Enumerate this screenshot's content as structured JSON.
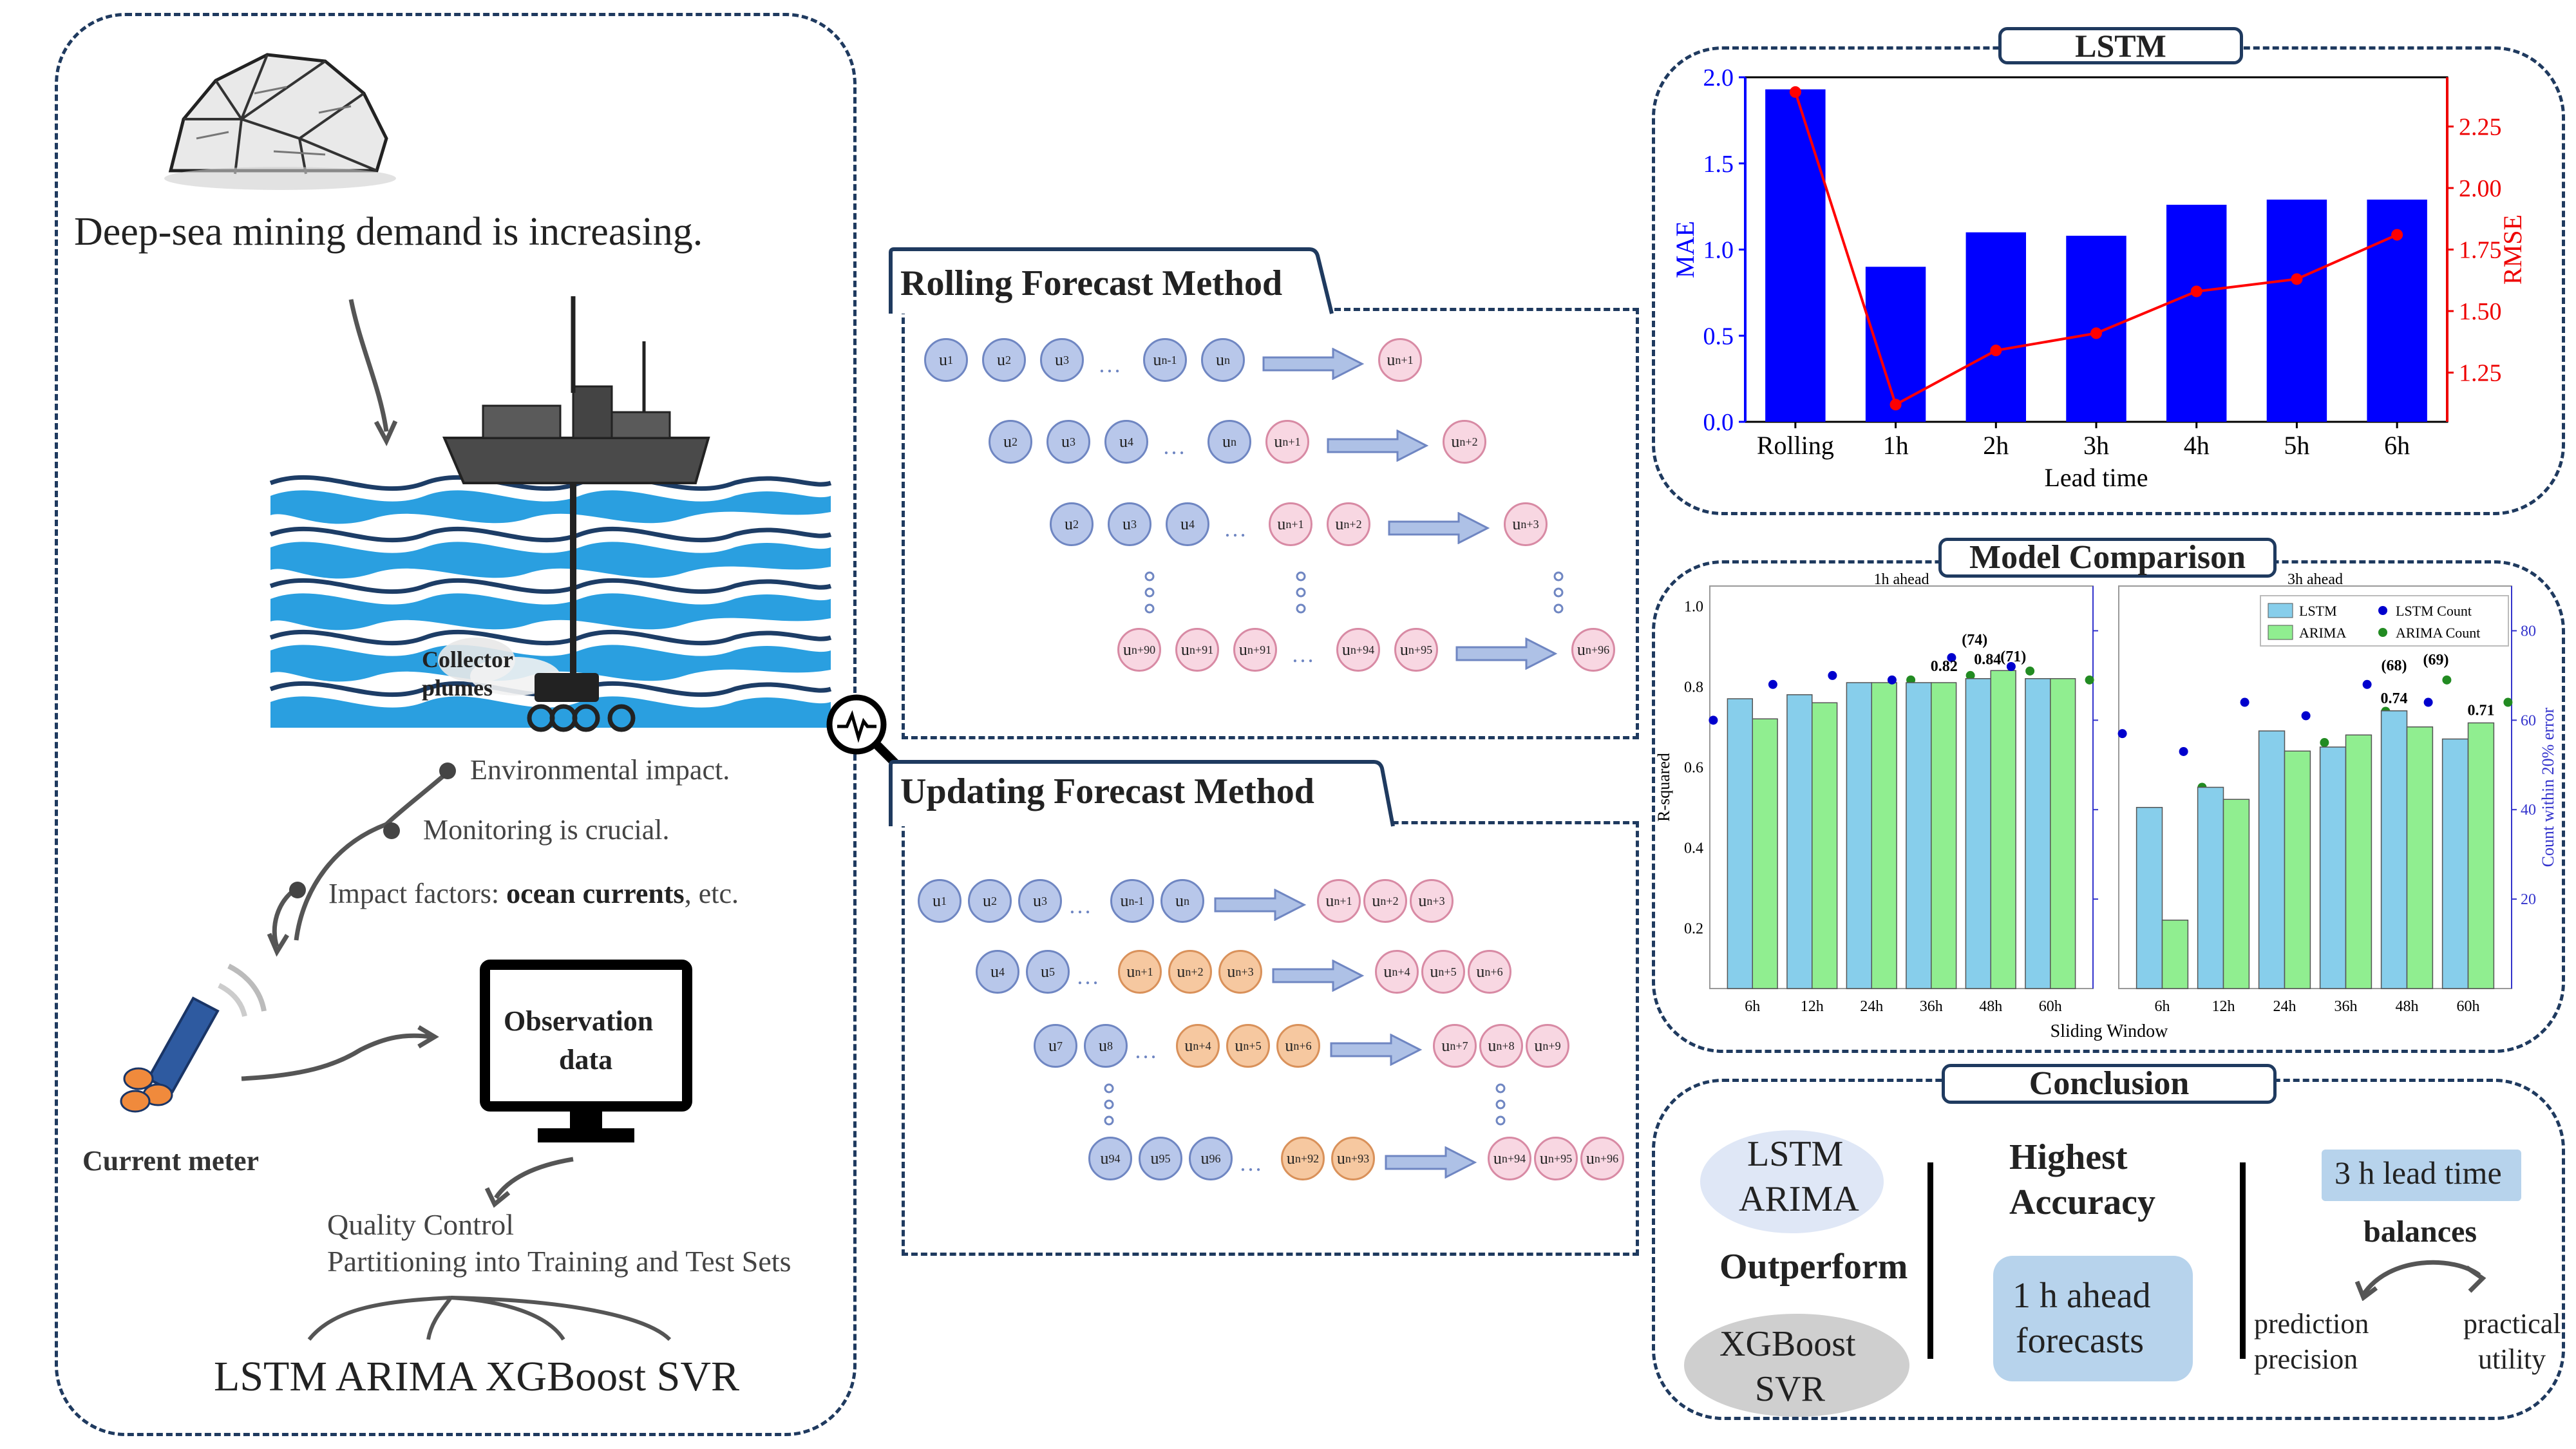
{
  "left": {
    "headline": "Deep-sea mining demand is increasing.",
    "collector_label": "Collector",
    "plumes_label": "plumes",
    "env_impact": "Environmental impact.",
    "monitoring": "Monitoring is crucial.",
    "impact_prefix": "Impact factors: ",
    "impact_bold": "ocean currents",
    "impact_suffix": ", etc.",
    "current_meter": "Current meter",
    "obs_line1": "Observation",
    "obs_line2": "data",
    "qc": "Quality Control",
    "partition": "Partitioning into Training and Test Sets",
    "models": "LSTM ARIMA XGBoost SVR"
  },
  "rolling": {
    "title": "Rolling Forecast Method",
    "rows": [
      {
        "inputs": [
          "u|1",
          "u|2",
          "u|3",
          "…",
          "u|n-1",
          "u|n"
        ],
        "output": "u|n+1"
      },
      {
        "inputs": [
          "u|2",
          "u|3",
          "u|4",
          "…",
          "u|n",
          "u|n+1"
        ],
        "output": "u|n+2"
      },
      {
        "inputs": [
          "u|2",
          "u|3",
          "u|4",
          "…",
          "u|n+1",
          "u|n+2"
        ],
        "output": "u|n+3"
      },
      {
        "inputs": [
          "u|n+90",
          "u|n+91",
          "u|n+91",
          "…",
          "u|n+94",
          "u|n+95"
        ],
        "output": "u|n+96"
      }
    ]
  },
  "updating": {
    "title": "Updating Forecast Method",
    "rows": [
      {
        "inputs": [
          "u|1",
          "u|2",
          "u|3",
          "…",
          "u|n-1",
          "u|n"
        ],
        "outputs": [
          "u|n+1",
          "u|n+2",
          "u|n+3"
        ]
      },
      {
        "inputs": [
          "u|4",
          "u|5",
          "…",
          "u|n+1",
          "u|n+2",
          "u|n+3"
        ],
        "outputs": [
          "u|n+4",
          "u|n+5",
          "u|n+6"
        ]
      },
      {
        "inputs": [
          "u|7",
          "u|8",
          "…",
          "u|n+4",
          "u|n+5",
          "u|n+6"
        ],
        "outputs": [
          "u|n+7",
          "u|n+8",
          "u|n+9"
        ]
      },
      {
        "inputs": [
          "u|94",
          "u|95",
          "u|96",
          "…",
          "u|n+92",
          "u|n+93"
        ],
        "outputs": [
          "u|n+94",
          "u|n+95",
          "u|n+96"
        ]
      }
    ]
  },
  "chart_data": [
    {
      "type": "bar",
      "title": "LSTM",
      "xlabel": "Lead time",
      "ylabel": "MAE",
      "y2label": "RMSE",
      "categories": [
        "Rolling",
        "1h",
        "2h",
        "3h",
        "4h",
        "5h",
        "6h"
      ],
      "series": [
        {
          "name": "MAE",
          "values": [
            1.93,
            0.9,
            1.1,
            1.08,
            1.26,
            1.29,
            1.29
          ],
          "color": "#0000ff"
        },
        {
          "name": "RMSE",
          "values": [
            2.39,
            1.12,
            1.34,
            1.41,
            1.58,
            1.63,
            1.81
          ],
          "color": "#ff0000"
        }
      ],
      "ylim": [
        0,
        2.0
      ],
      "y2lim": [
        1.05,
        2.45
      ],
      "yticks": [
        "0.0",
        "0.5",
        "1.0",
        "1.5",
        "2.0"
      ],
      "y2ticks": [
        "1.25",
        "1.50",
        "1.75",
        "2.00",
        "2.25"
      ]
    },
    {
      "type": "bar",
      "title": "Model Comparison",
      "panels": [
        {
          "subtitle": "1h ahead",
          "categories": [
            "6h",
            "12h",
            "24h",
            "36h",
            "48h",
            "60h"
          ],
          "LSTM": [
            0.77,
            0.78,
            0.81,
            0.81,
            0.82,
            0.82
          ],
          "ARIMA": [
            0.72,
            0.76,
            0.81,
            0.81,
            0.84,
            0.82
          ],
          "LSTM_count": [
            60,
            68,
            70,
            69,
            74,
            72
          ],
          "ARIMA_count": [
            63,
            65,
            69,
            70,
            71,
            69
          ],
          "annotations": [
            "0.82",
            "0.84",
            "(74)",
            "(71)"
          ]
        },
        {
          "subtitle": "3h ahead",
          "categories": [
            "6h",
            "12h",
            "24h",
            "36h",
            "48h",
            "60h"
          ],
          "LSTM": [
            0.5,
            0.55,
            0.69,
            0.65,
            0.74,
            0.67
          ],
          "ARIMA": [
            0.22,
            0.52,
            0.64,
            0.68,
            0.7,
            0.71
          ],
          "LSTM_count": [
            57,
            53,
            64,
            61,
            68,
            64
          ],
          "ARIMA_count": [
            45,
            50,
            55,
            62,
            69,
            64
          ],
          "annotations": [
            "0.74",
            "0.71",
            "(68)",
            "(69)"
          ]
        }
      ],
      "xlabel": "Sliding Window",
      "ylabel": "R-squared",
      "y2label": "Count within 20% error",
      "ylim": [
        0.05,
        1.05
      ],
      "y2lim": [
        0,
        90
      ],
      "yticks": [
        "0.2",
        "0.4",
        "0.6",
        "0.8",
        "1.0"
      ],
      "y2ticks": [
        "20",
        "40",
        "60",
        "80"
      ],
      "legend": [
        "LSTM",
        "ARIMA",
        "LSTM Count",
        "ARIMA Count"
      ],
      "colors": {
        "LSTM": "#87ceeb",
        "ARIMA": "#90ee90",
        "LSTM_count": "#0000cd",
        "ARIMA_count": "#228b22"
      }
    }
  ],
  "conclusion": {
    "title": "Conclusion",
    "lstm": "LSTM",
    "arima": "ARIMA",
    "outperform": "Outperform",
    "xgboost": "XGBoost",
    "svr": "SVR",
    "highest": "Highest",
    "accuracy": "Accuracy",
    "h_ahead1": "1 h ahead",
    "h_ahead2": "forecasts",
    "lead": "3 h lead time",
    "balances": "balances",
    "pred1": "prediction",
    "pred2": "precision",
    "prac1": "practical",
    "prac2": "utility"
  }
}
